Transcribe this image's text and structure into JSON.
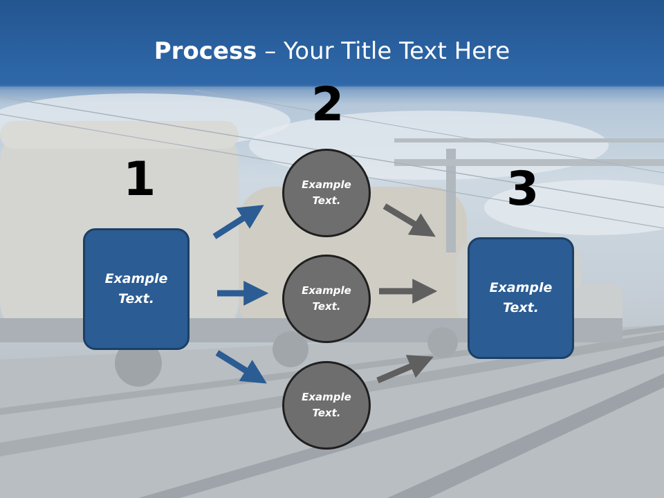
{
  "title": {
    "bold": "Process",
    "rest": " – Your Title Text Here"
  },
  "numbers": {
    "one": "1",
    "two": "2",
    "three": "3"
  },
  "left_box": {
    "text_line1": "Example",
    "text_line2": "Text."
  },
  "right_box": {
    "text_line1": "Example",
    "text_line2": "Text."
  },
  "circles": [
    {
      "line1": "Example",
      "line2": "Text."
    },
    {
      "line1": "Example",
      "line2": "Text."
    },
    {
      "line1": "Example",
      "line2": "Text."
    }
  ],
  "colors": {
    "title_band": "#2e67a8",
    "box_fill": "#2b5c93",
    "circle_fill": "#6e6e6e",
    "blue_arrow": "#2b5c93",
    "gray_arrow": "#5f5f5f"
  }
}
